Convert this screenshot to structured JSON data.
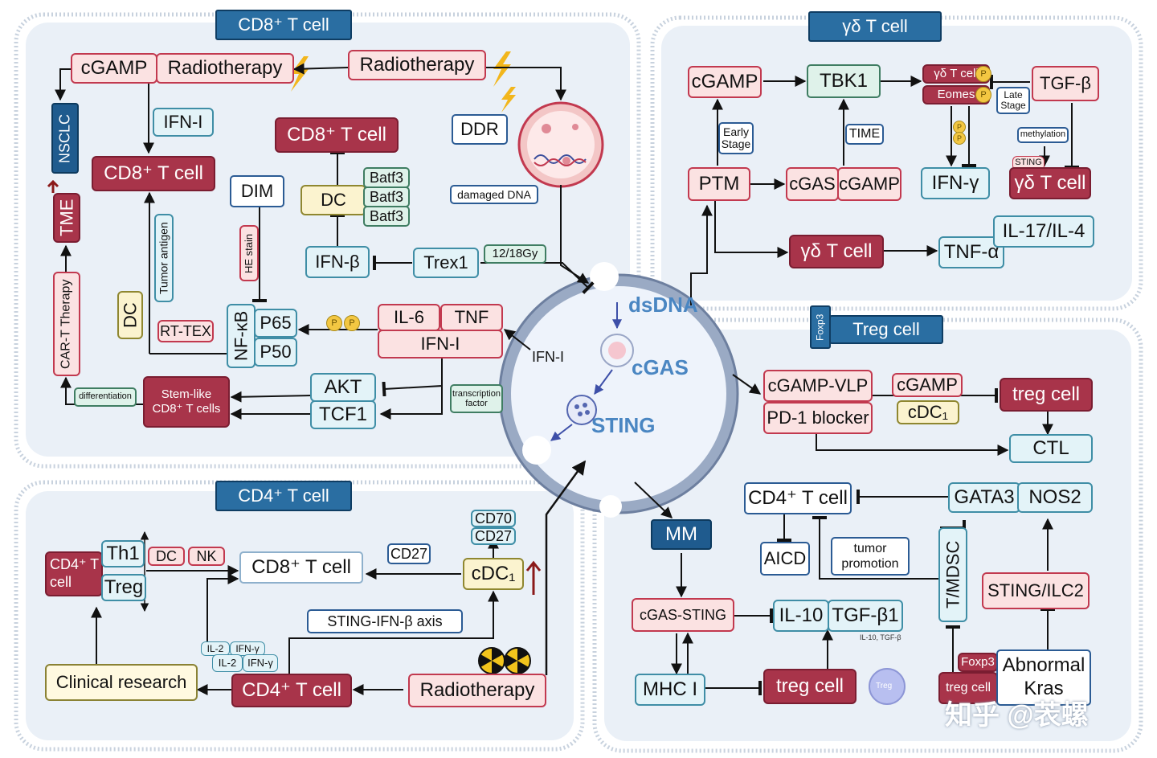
{
  "panels": {
    "cd8": "CD8⁺ T cell",
    "gd": "γδ T cell",
    "treg": "Treg cell",
    "treg_side": "Foxp3",
    "cd4": "CD4⁺ T cell"
  },
  "cell": {
    "dsdna": "dsDNA",
    "cgas": "cGAS",
    "sting": "STING",
    "ifn_i": "IFN-I"
  },
  "cd8": {
    "cgamp": "cGAMP",
    "radiotherapy_top": "Radiotherapy",
    "radiotherapy_main": "Radiotherapy",
    "nsclc": "NSCLC",
    "ifn_i": "IFN-I",
    "cd8_left": "CD8⁺ T cell",
    "cd8_top": "CD8⁺ T cell",
    "ddr": "DDR",
    "damaged_dna": "damaged DNA",
    "tme": "TME",
    "car_t": "CAR-T Therapy",
    "dc_v": "DC",
    "tumor_antigen": "Tumor antigen",
    "dim": "DIM",
    "he_stain": "HE stain",
    "dc": "DC",
    "batf3_a": "Batf3",
    "batf3_b": "Batf3",
    "batf3_c": "Batf3",
    "ifn_b": "IFN-β",
    "trex1": "Trex1",
    "gy": "12/18Gy",
    "rt_tex": "RT-TEX",
    "nf_kb": "NF-κB",
    "p65": "P65",
    "p50": "P50",
    "il6": "IL-6",
    "tnf": "TNF",
    "ifn_i_box": "IFN-I",
    "akt": "AKT",
    "tcf1": "TCF1",
    "transcription_factor": "transcription factor",
    "stem_like": "Stem-like CD8⁺ T cells",
    "differentiation": "differentiation"
  },
  "gd": {
    "cgamp": "cGAMP",
    "tbk1": "TBK1",
    "gd_cell_p": "γδ T cell",
    "eomes": "Eomes",
    "tgfb": "TGF-β",
    "late_stage": "Late Stage",
    "early_stage": "Early Stage",
    "time": "TIME",
    "methylation": "methylation",
    "sting": "STING",
    "ptm": "PTM",
    "cgas": "cGAS",
    "cgamp2": "cGAMP",
    "ifn_g": "IFN-γ",
    "gd_cell_right": "γδ T cell",
    "gd_cell_bottom": "γδ T cell",
    "tnf_a": "TNF-α",
    "il17": "IL-17/IL-4"
  },
  "treg": {
    "cgamp_vlp": "cGAMP-VLP",
    "pd1": "PD-1 blocker",
    "cgamp": "cGAMP",
    "cdc1": "cDC₁",
    "treg_cell": "treg cell",
    "ctl": "CTL"
  },
  "cd4": {
    "cd4_t": "CD4⁺ T cell",
    "th1": "Th1",
    "treg": "Treg",
    "dc": "DC",
    "nk": "NK",
    "cd8": "CD8⁺ T cell",
    "cd27_right": "CD27",
    "cd70": "CD70",
    "cd27_top": "CD27",
    "cdc1": "cDC₁",
    "axis": "STING-IFN-β axis",
    "il2_a": "IL-2",
    "ifny_a": "IFN-γ",
    "il2_b": "IL-2",
    "ifny_b": "IFN-γ",
    "clinical": "Clinical research",
    "cd4_main": "CD4⁺ T cell",
    "radiotherapy": "Radiotherapy"
  },
  "mm": {
    "cd4": "CD4⁺ T cell",
    "gata3": "GATA3",
    "nos2": "NOS2",
    "aicd": "AICD",
    "tumor_promotion": "tumor promotion",
    "t_mdsc": "T/MDSC",
    "sting_ilc2": "STING/ILC2",
    "mm": "MM",
    "cgas_sting": "cGAS-STING",
    "il10": "IL-10",
    "tgfb1": "TGF-β1",
    "il10_tgfb_small": "IL-10, TGF-β",
    "treg_small": "Treg",
    "mhc": "MHC I",
    "treg_cell": "treg cell",
    "foxp3": "Foxp3",
    "treg_cell2": "treg cell",
    "abnormal_kras": "Abnormal Kras"
  },
  "misc": {
    "p_badge": "P",
    "up_arrow": "↑",
    "watermark": "知乎 @䒾螺"
  },
  "colors": {
    "red": "#a8344a",
    "pink": "#fbe2e2",
    "cyan": "#e3f3f8",
    "yellow": "#fbf3cf",
    "green": "#dff2ea",
    "navy": "#1f5b8e",
    "panel": "#eaf0f7",
    "arrow": "#111111",
    "cell_text": "#4a86c2"
  }
}
